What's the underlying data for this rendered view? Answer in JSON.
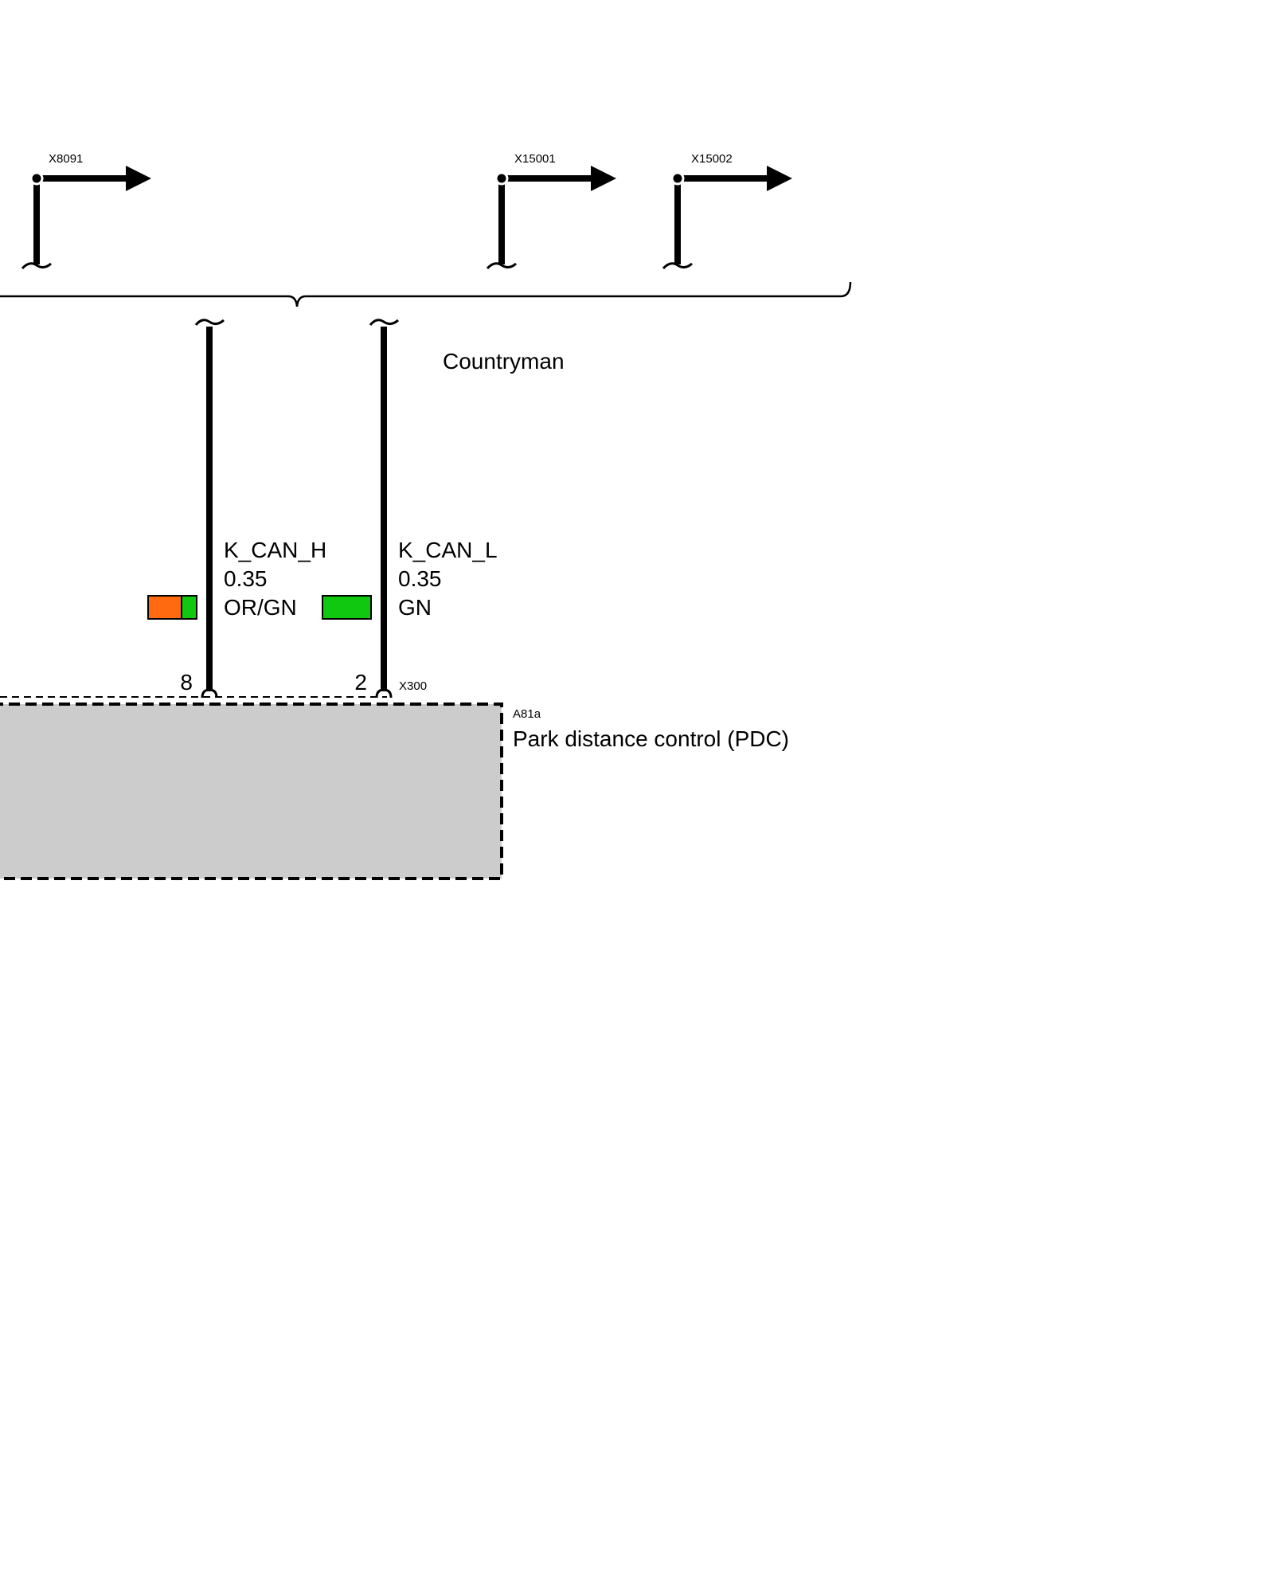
{
  "connectors": [
    {
      "id": "X8091"
    },
    {
      "id": "X15001"
    },
    {
      "id": "X15002"
    }
  ],
  "variant_label": "Countryman",
  "wires": [
    {
      "signal": "K_CAN_H",
      "cross_section": "0.35",
      "color_code": "OR/GN",
      "pin": "8",
      "colors": [
        "#ff6a10",
        "#11c811"
      ]
    },
    {
      "signal": "K_CAN_L",
      "cross_section": "0.35",
      "color_code": "GN",
      "pin": "2",
      "colors": [
        "#11c811"
      ]
    }
  ],
  "component_connector": "X300",
  "component": {
    "id": "A81a",
    "name": "Park distance control (PDC)",
    "fill": "#cccccc"
  }
}
